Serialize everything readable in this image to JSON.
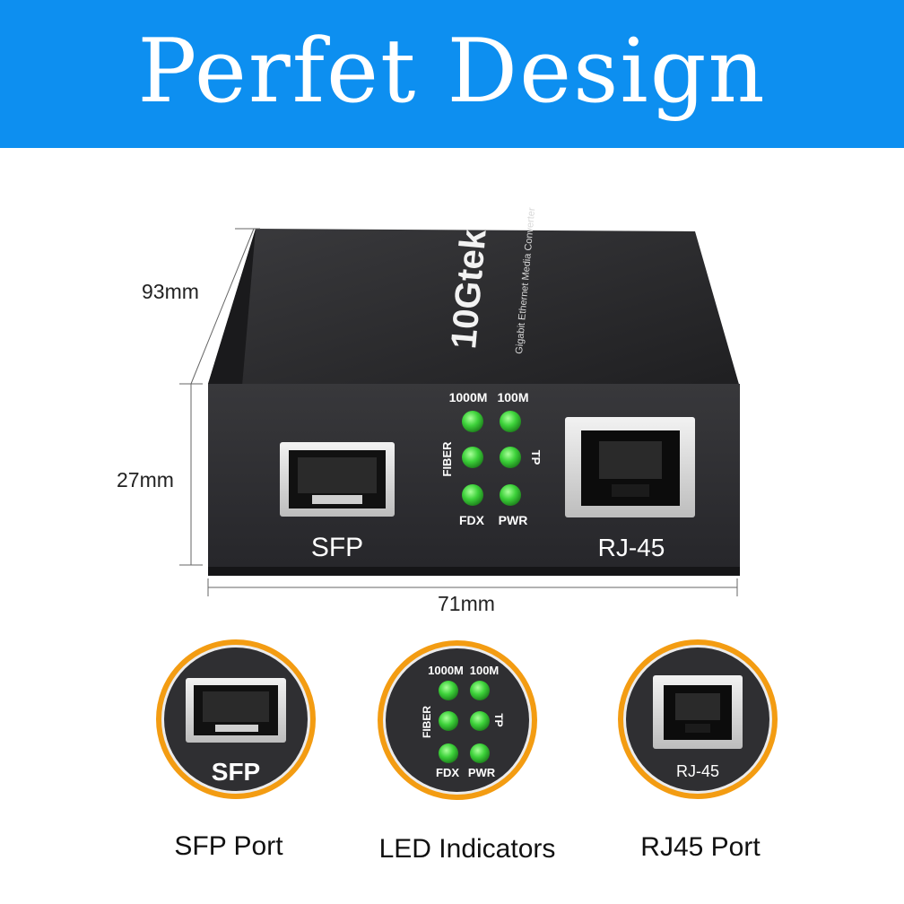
{
  "banner": {
    "title": "Perfet Design"
  },
  "colors": {
    "banner": "#0d8ff0",
    "led": "#3dd23a",
    "ring": "#f39c12",
    "housing": "#2b2b2d"
  },
  "device": {
    "brand": "10Gtek",
    "subtitle": "Gigabit Ethernet Media Converter",
    "sfp_label": "SFP",
    "rj45_label": "RJ-45",
    "led_labels": {
      "top_left": "1000M",
      "top_right": "100M",
      "left": "FIBER",
      "right": "TP",
      "bottom_left": "FDX",
      "bottom_right": "PWR"
    }
  },
  "dimensions": {
    "depth": "93mm",
    "height": "27mm",
    "width": "71mm"
  },
  "details": [
    {
      "caption": "SFP Port",
      "label": "SFP",
      "icon": "sfp-port-icon"
    },
    {
      "caption": "LED Indicators",
      "icon": "led-panel-icon"
    },
    {
      "caption": "RJ45 Port",
      "label": "RJ-45",
      "icon": "rj45-port-icon"
    }
  ]
}
